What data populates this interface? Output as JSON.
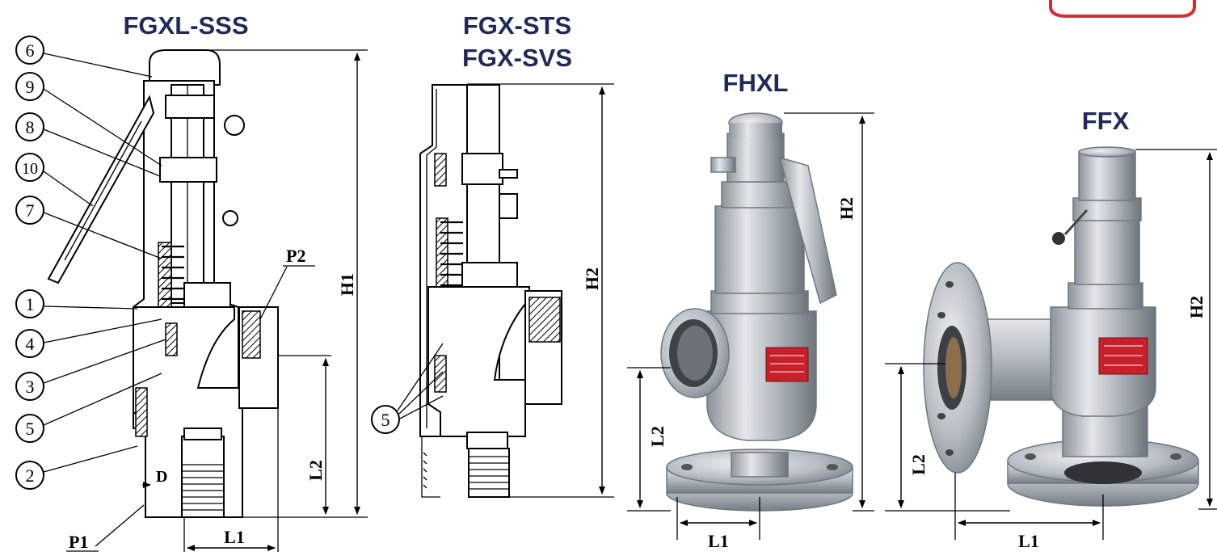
{
  "models": {
    "fgxl_sss": "FGXL-SSS",
    "fgx_sts": "FGX-STS",
    "fgx_svs": "FGX-SVS",
    "fhxl": "FHXL",
    "ffx": "FFX"
  },
  "callouts": [
    "6",
    "9",
    "8",
    "10",
    "7",
    "1",
    "4",
    "3",
    "5",
    "2"
  ],
  "callout_fgx": "5",
  "dims": {
    "h1": "H1",
    "h2": "H2",
    "l1": "L1",
    "l2": "L2",
    "d": "D",
    "p1": "P1",
    "p2": "P2"
  },
  "colors": {
    "title": "#1f2a5a",
    "label_plate": "#c8202a",
    "steel": "#b9bfc5"
  }
}
